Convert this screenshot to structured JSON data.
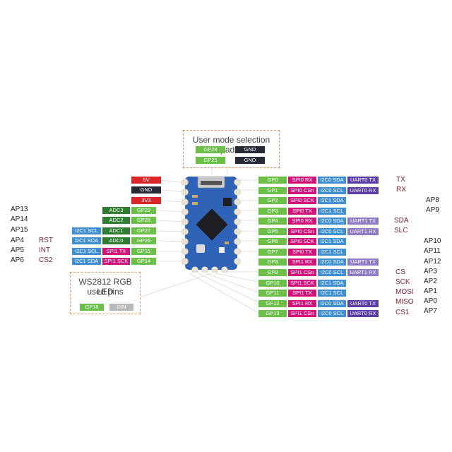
{
  "user_mode_box": {
    "title": "User mode selection pads*",
    "row1": [
      "GP24",
      "GND"
    ],
    "row2": [
      "GP25",
      "GND"
    ]
  },
  "power_pins": [
    "5V",
    "GND",
    "3V3"
  ],
  "left_pins": [
    {
      "gp": "GP29",
      "adc": "ADC3"
    },
    {
      "gp": "GP28",
      "adc": "ADC2"
    },
    {
      "gp": "GP27",
      "adc": "ADC1",
      "i2c": "I2C1 SCL"
    },
    {
      "gp": "GP26",
      "adc": "ADC0",
      "i2c": "I2C1 SDA"
    },
    {
      "gp": "GP15",
      "spi": "SPI1 TX",
      "i2c": "I2C1 SCL"
    },
    {
      "gp": "GP14",
      "spi": "SPI1 SCK",
      "i2c": "I2C1 SDA"
    }
  ],
  "left_ap": [
    "AP13",
    "AP14",
    "AP15",
    "AP4",
    "AP5",
    "AP6"
  ],
  "left_func": [
    "RST",
    "INT",
    "CS2"
  ],
  "ws2812_box": {
    "title_line1": "WS2812 RGB LED",
    "title_line2": "used pins",
    "gp": "GP16",
    "din": "DIN"
  },
  "right_pins": [
    {
      "gp": "GP0",
      "spi": "SPI0 RX",
      "i2c": "I2C0 SDA",
      "uart": "UART0 TX"
    },
    {
      "gp": "GP1",
      "spi": "SPI0 CSn",
      "i2c": "I2C0 SCL",
      "uart": "UART0 RX"
    },
    {
      "gp": "GP2",
      "spi": "SPI0 SCK",
      "i2c": "I2C1 SDA"
    },
    {
      "gp": "GP3",
      "spi": "SPI0 TX",
      "i2c": "I2C1 SCL"
    },
    {
      "gp": "GP4",
      "spi": "SPI0 RX",
      "i2c": "I2C0 SDA",
      "uartl": "UART1 TX"
    },
    {
      "gp": "GP5",
      "spi": "SPI0 CSn",
      "i2c": "I2C0 SCL",
      "uartl": "UART1 RX"
    },
    {
      "gp": "GP6",
      "spi": "SPI0 SCK",
      "i2c": "I2C1 SDA"
    },
    {
      "gp": "GP7",
      "spi": "SPI0 TX",
      "i2c": "I2C1 SCL"
    },
    {
      "gp": "GP8",
      "spi": "SPI1 RX",
      "i2c": "I2C0 SDA",
      "uartl": "UART1 TX"
    },
    {
      "gp": "GP9",
      "spi": "SPI1 CSn",
      "i2c": "I2C0 SCL",
      "uartl": "UART1 RX"
    },
    {
      "gp": "GP10",
      "spi": "SPI1 SCK",
      "i2c": "I2C1 SDA"
    },
    {
      "gp": "GP11",
      "spi": "SPI1 TX",
      "i2c": "I2C1 SCL"
    },
    {
      "gp": "GP12",
      "spi": "SPI1 RX",
      "i2c": "I2C0 SDA",
      "uart": "UART0 TX"
    },
    {
      "gp": "GP13",
      "spi": "SPI1 CSn",
      "i2c": "I2C0 SCL",
      "uart": "UART0 RX"
    }
  ],
  "right_func": [
    "TX",
    "RX",
    "SDA",
    "SLC",
    "CS",
    "SCK",
    "MOSI",
    "MISO",
    "CS1"
  ],
  "right_ap": [
    "AP8",
    "AP9",
    "AP10",
    "AP11",
    "AP12",
    "AP3",
    "AP2",
    "AP1",
    "AP0",
    "AP7"
  ],
  "colors": {
    "power": "#d9272a",
    "gnd": "#262a36",
    "gpio": "#6cc04a",
    "adc": "#2e7d32",
    "i2c": "#3f8fd2",
    "spi": "#d1137a",
    "uart": "#5c3fa6",
    "uart1": "#8e7cc3",
    "board": "#2f63b8",
    "annotation": "#7a1f2a"
  }
}
